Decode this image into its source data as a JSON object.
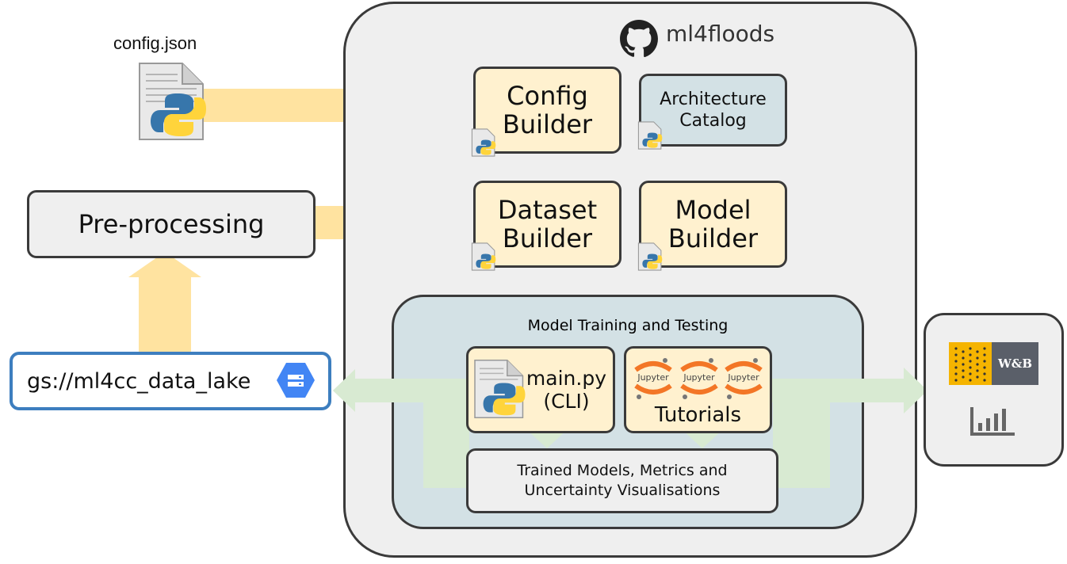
{
  "config_file_label": "config.json",
  "repo_title": "ml4floods",
  "preprocessing_label": "Pre-processing",
  "data_lake_label": "gs://ml4cc_data_lake",
  "config_builder_label": "Config\nBuilder",
  "architecture_catalog_label": "Architecture\nCatalog",
  "dataset_builder_label": "Dataset\nBuilder",
  "model_builder_label": "Model\nBuilder",
  "training_title": "Model Training and Testing",
  "main_py_label": "main.py\n(CLI)",
  "tutorials_label": "Tutorials",
  "jupyter_label": "Jupyter",
  "outputs_label": "Trained Models, Metrics and\nUncertainty Visualisations",
  "wandb_label": "W&B",
  "colors": {
    "yellow_arrow": "#ffe3a0",
    "green_arrow": "#d8ead2",
    "cream_box": "#fff1cf",
    "blue_box": "#d3e1e5",
    "gray_box": "#efefef",
    "lake_border": "#3d7ebf",
    "wandb_yellow": "#f5b400",
    "wandb_gray": "#5a5f69"
  },
  "icons": [
    "python-file-icon",
    "github-icon",
    "gcs-bucket-icon",
    "jupyter-icon",
    "wandb-logo",
    "bar-chart-icon"
  ]
}
